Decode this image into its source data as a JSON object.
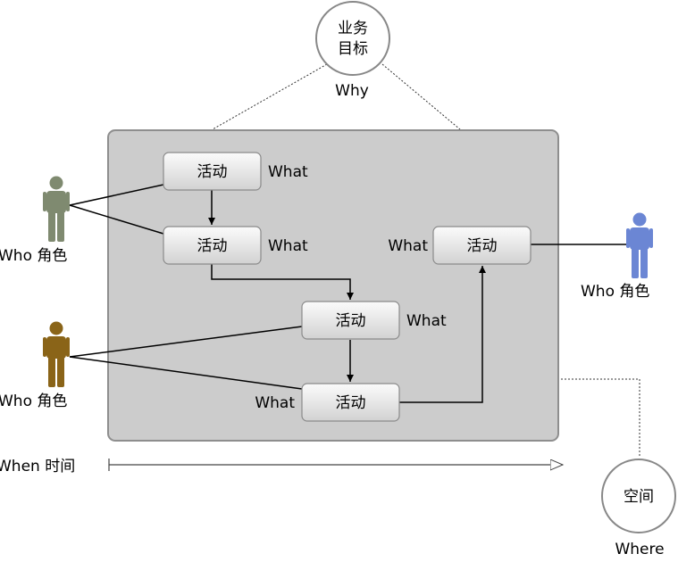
{
  "goal_circle": {
    "line1": "业务",
    "line2": "目标",
    "caption": "Why"
  },
  "space_circle": {
    "label": "空间",
    "caption": "Where"
  },
  "activities": [
    {
      "label": "活动",
      "tag": "What"
    },
    {
      "label": "活动",
      "tag": "What"
    },
    {
      "label": "活动",
      "tag": "What"
    },
    {
      "label": "活动",
      "tag": "What"
    },
    {
      "label": "活动",
      "tag": "What"
    }
  ],
  "roles": [
    {
      "label": "Who 角色",
      "color": "#7f8a70"
    },
    {
      "label": "Who 角色",
      "color": "#8a6418"
    },
    {
      "label": "Who 角色",
      "color": "#6b86d4"
    }
  ],
  "timeline": {
    "label": "When 时间"
  }
}
